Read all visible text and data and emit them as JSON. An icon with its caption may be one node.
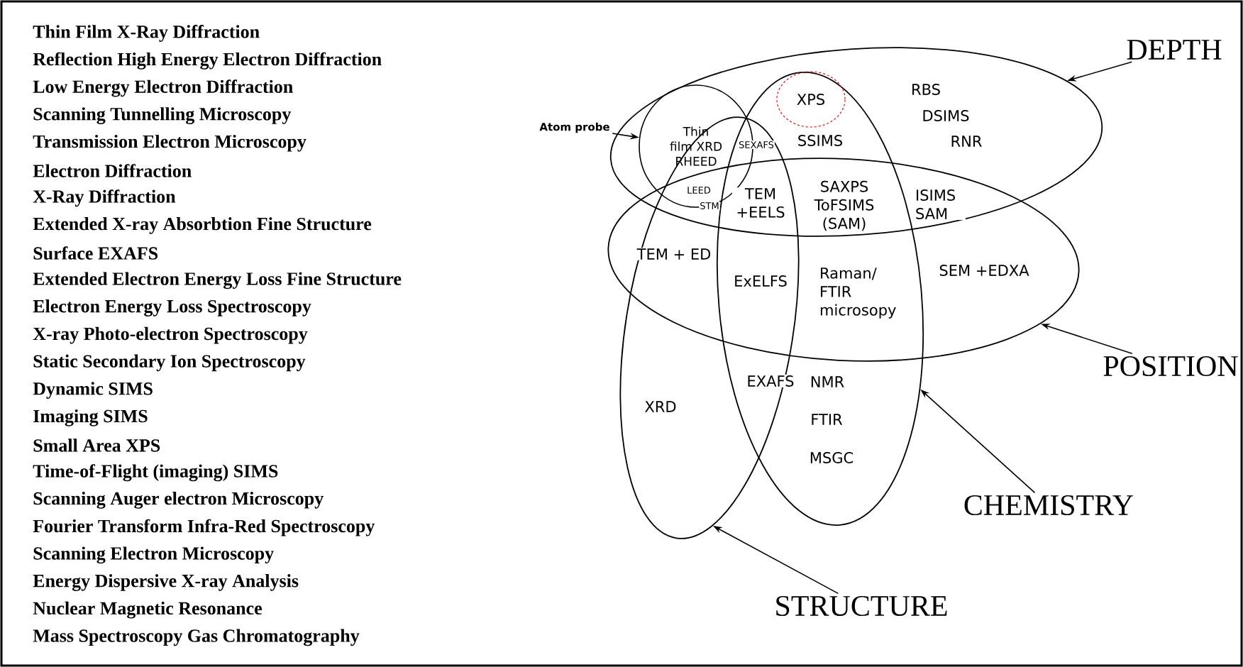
{
  "diagram": {
    "nodes": [
      {
        "text": [],
        "shape": "ellipse"
      },
      {
        "text": [],
        "shape": "ellipse"
      },
      {
        "text": [],
        "shape": "ellipse"
      },
      {
        "text": [],
        "shape": "ellipse"
      },
      {
        "text": [
          "Thin film XRD RHEED"
        ],
        "in": 0
      },
      {
        "text": [
          "XPS"
        ]
      },
      {
        "text": [
          "Atom probe"
        ]
      },
      {
        "text": [
          "DEPTH"
        ]
      },
      {
        "text": [
          "POSITION"
        ]
      },
      {
        "text": [
          "CHEMISTRY"
        ]
      },
      {
        "text": [
          "STRUCTURE"
        ]
      }
    ],
    "edges": [
      {
        "from": 6,
        "to": 4,
        "arrow": "to"
      },
      {
        "from": 7,
        "to": 0,
        "arrow": "to"
      },
      {
        "from": 8,
        "to": 1,
        "arrow": "to"
      },
      {
        "from": 9,
        "to": 3,
        "arrow": "to"
      },
      {
        "from": 10,
        "to": 2,
        "arrow": "to"
      }
    ],
    "labels": [
      "Thin Film X-Ray Diffraction",
      "Reflection High Energy Electron Diffraction",
      "Low Energy Electron Diffraction",
      "Scanning Tunnelling Microscopy",
      "Transmission Electron Microscopy",
      "Electron Diffraction",
      "X-Ray Diffraction",
      "Extended X-ray Absorbtion Fine Structure",
      "Surface EXAFS",
      "Extended Electron Energy Loss Fine Structure",
      "Electron Energy Loss Spectroscopy",
      "X-ray Photo-electron Spectroscopy",
      "Static Secondary Ion Spectroscopy",
      "Dynamic SIMS",
      "Imaging SIMS",
      "Small Area XPS",
      "Time-of-Flight (imaging) SIMS",
      "Scanning Auger electron Microscopy",
      "Fourier Transform Infra-Red Spectroscopy",
      "Scanning Electron Microscopy",
      "Energy Dispersive X-ray Analysis",
      "Nuclear Magnetic Resonance",
      "Mass Spectroscopy Gas Chromatography",
      "RBS",
      "DSIMS",
      "RNR",
      "SEXAFS",
      "SSIMS",
      "LEED",
      "STM",
      "TEM +EELS",
      "SAXPS ToFSIMS (SAM)",
      "ISIMS SAM",
      "TEM + ED",
      "ExELFS",
      "Raman/ FTIR microsopy",
      "SEM +EDXA",
      "EXAFS",
      "NMR",
      "FTIR",
      "MSGC",
      "XRD"
    ]
  }
}
